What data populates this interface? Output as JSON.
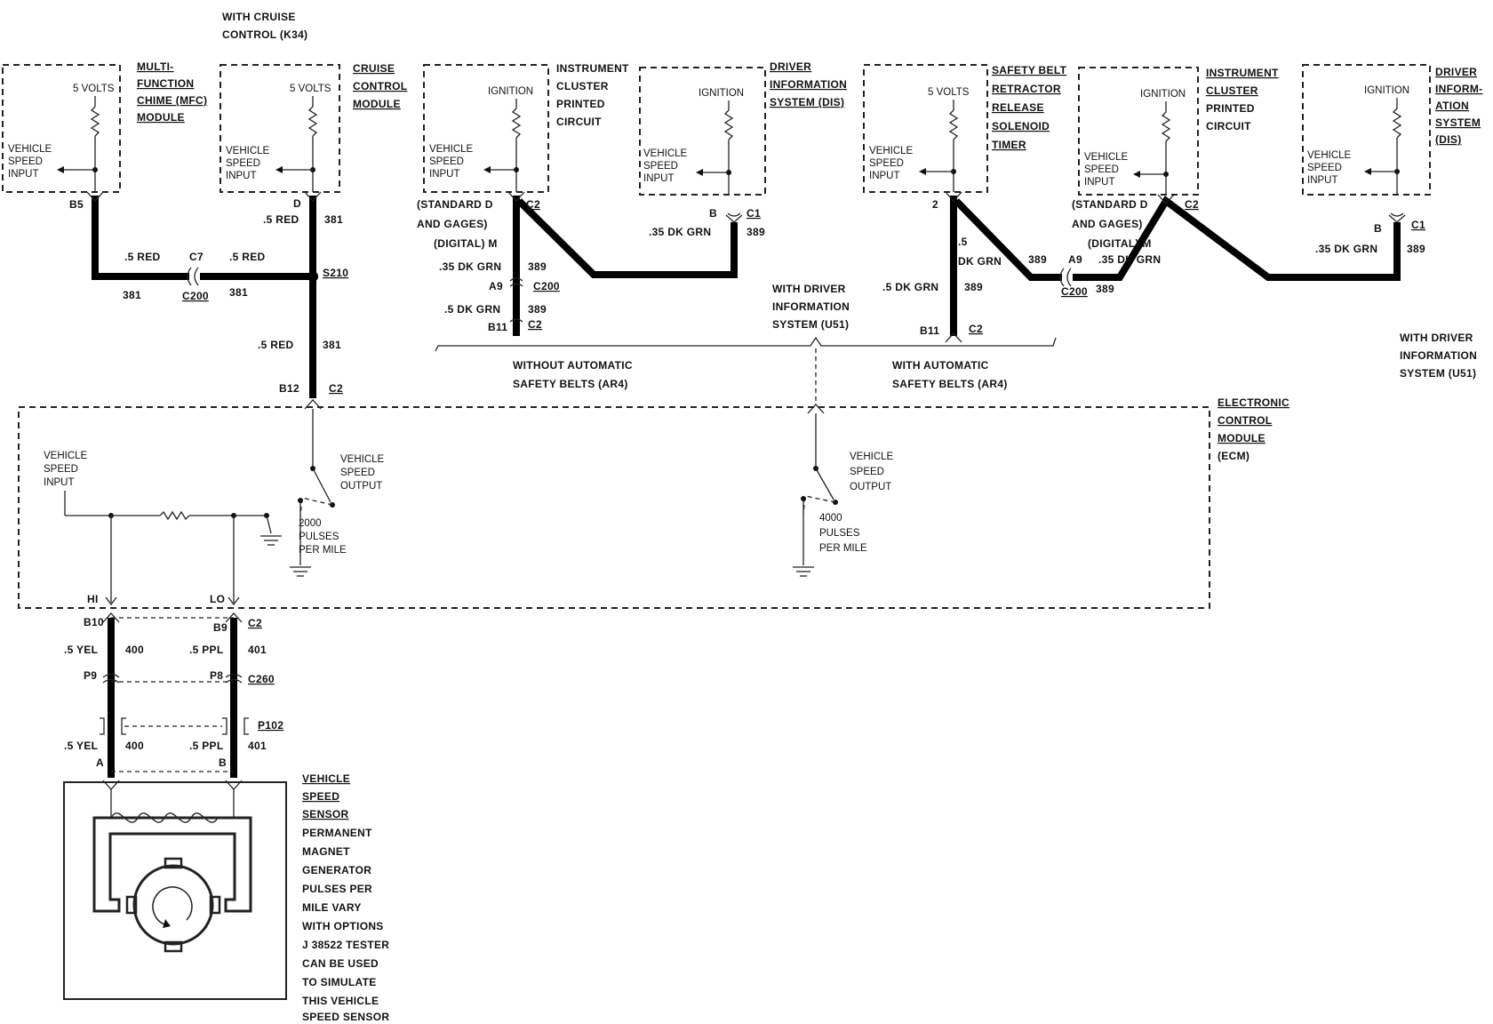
{
  "header": {
    "cruise_note_1": "WITH CRUISE",
    "cruise_note_2": "CONTROL (K34)"
  },
  "modules": {
    "mfc": {
      "title": [
        "MULTI-",
        "FUNCTION",
        "CHIME (MFC)",
        "MODULE"
      ],
      "supply": "5 VOLTS",
      "input": [
        "VEHICLE",
        "SPEED",
        "INPUT"
      ],
      "pin": "B5"
    },
    "cruise": {
      "title": [
        "CRUISE",
        "CONTROL",
        "MODULE"
      ],
      "supply": "5 VOLTS",
      "input": [
        "VEHICLE",
        "SPEED",
        "INPUT"
      ],
      "pin": "D"
    },
    "ipc1": {
      "title": [
        "INSTRUMENT",
        "CLUSTER",
        "PRINTED",
        "CIRCUIT"
      ],
      "supply": "IGNITION",
      "input": [
        "VEHICLE",
        "SPEED",
        "INPUT"
      ]
    },
    "dis1": {
      "title": [
        "DRIVER",
        "INFORMATION",
        "SYSTEM (DIS)"
      ],
      "supply": "IGNITION",
      "input": [
        "VEHICLE",
        "SPEED",
        "INPUT"
      ]
    },
    "belt": {
      "title": [
        "SAFETY BELT",
        "RETRACTOR",
        "RELEASE",
        "SOLENOID",
        "TIMER"
      ],
      "supply": "5 VOLTS",
      "input": [
        "VEHICLE",
        "SPEED",
        "INPUT"
      ],
      "pin": "2"
    },
    "ipc2": {
      "title": [
        "INSTRUMENT",
        "CLUSTER",
        "PRINTED",
        "CIRCUIT"
      ],
      "supply": "IGNITION",
      "input": [
        "VEHICLE",
        "SPEED",
        "INPUT"
      ]
    },
    "dis2": {
      "title": [
        "DRIVER",
        "INFORM-",
        "ATION",
        "SYSTEM",
        "(DIS)"
      ],
      "supply": "IGNITION",
      "input": [
        "VEHICLE",
        "SPEED",
        "INPUT"
      ]
    }
  },
  "wires": {
    "red_5": ".5 RED",
    "circuit_381": "381",
    "c7": "C7",
    "c200": "C200",
    "s210": "S210",
    "dkgrn_35": ".35 DK GRN",
    "dkgrn_5": ".5 DK GRN",
    "circuit_389": "389",
    "a9": "A9",
    "b11": "B11",
    "c2": "C2",
    "c1": "C1",
    "b": "B",
    "b12": "B12",
    "std_gages_1": "(STANDARD  D",
    "std_gages_2": "AND GAGES)",
    "digital": "(DIGITAL) M",
    "five": ".5",
    "dk_grn": "DK GRN"
  },
  "options": {
    "without_auto_belts": [
      "WITHOUT AUTOMATIC",
      "SAFETY BELTS (AR4)"
    ],
    "with_auto_belts": [
      "WITH AUTOMATIC",
      "SAFETY BELTS (AR4)"
    ],
    "with_dis_mid": [
      "WITH DRIVER",
      "INFORMATION",
      "SYSTEM (U51)"
    ],
    "with_dis_right": [
      "WITH DRIVER",
      "INFORMATION",
      "SYSTEM (U51)"
    ]
  },
  "ecm": {
    "title": [
      "ELECTRONIC",
      "CONTROL",
      "MODULE",
      "(ECM)"
    ],
    "speed_input": [
      "VEHICLE",
      "SPEED",
      "INPUT"
    ],
    "output_left": [
      "VEHICLE",
      "SPEED",
      "OUTPUT"
    ],
    "pulses_left": [
      "2000",
      "PULSES",
      "PER MILE"
    ],
    "output_right": [
      "VEHICLE",
      "SPEED",
      "OUTPUT"
    ],
    "pulses_right": [
      "4000",
      "PULSES",
      "PER MILE"
    ],
    "hi": "HI",
    "lo": "LO"
  },
  "sensor_wires": {
    "b10": "B10",
    "b9": "B9",
    "c2": "C2",
    "yel": ".5 YEL",
    "c400": "400",
    "ppl": ".5 PPL",
    "c401": "401",
    "p9": "P9",
    "p8": "P8",
    "c260": "C260",
    "p102": "P102",
    "a": "A",
    "b": "B"
  },
  "sensor": {
    "title": [
      "VEHICLE",
      "SPEED",
      "SENSOR"
    ],
    "desc": [
      "PERMANENT",
      "MAGNET",
      "GENERATOR",
      "PULSES PER",
      "MILE VARY",
      "WITH OPTIONS",
      "J 38522 TESTER",
      "CAN BE USED",
      "TO SIMULATE",
      "THIS VEHICLE",
      "SPEED SENSOR"
    ]
  }
}
